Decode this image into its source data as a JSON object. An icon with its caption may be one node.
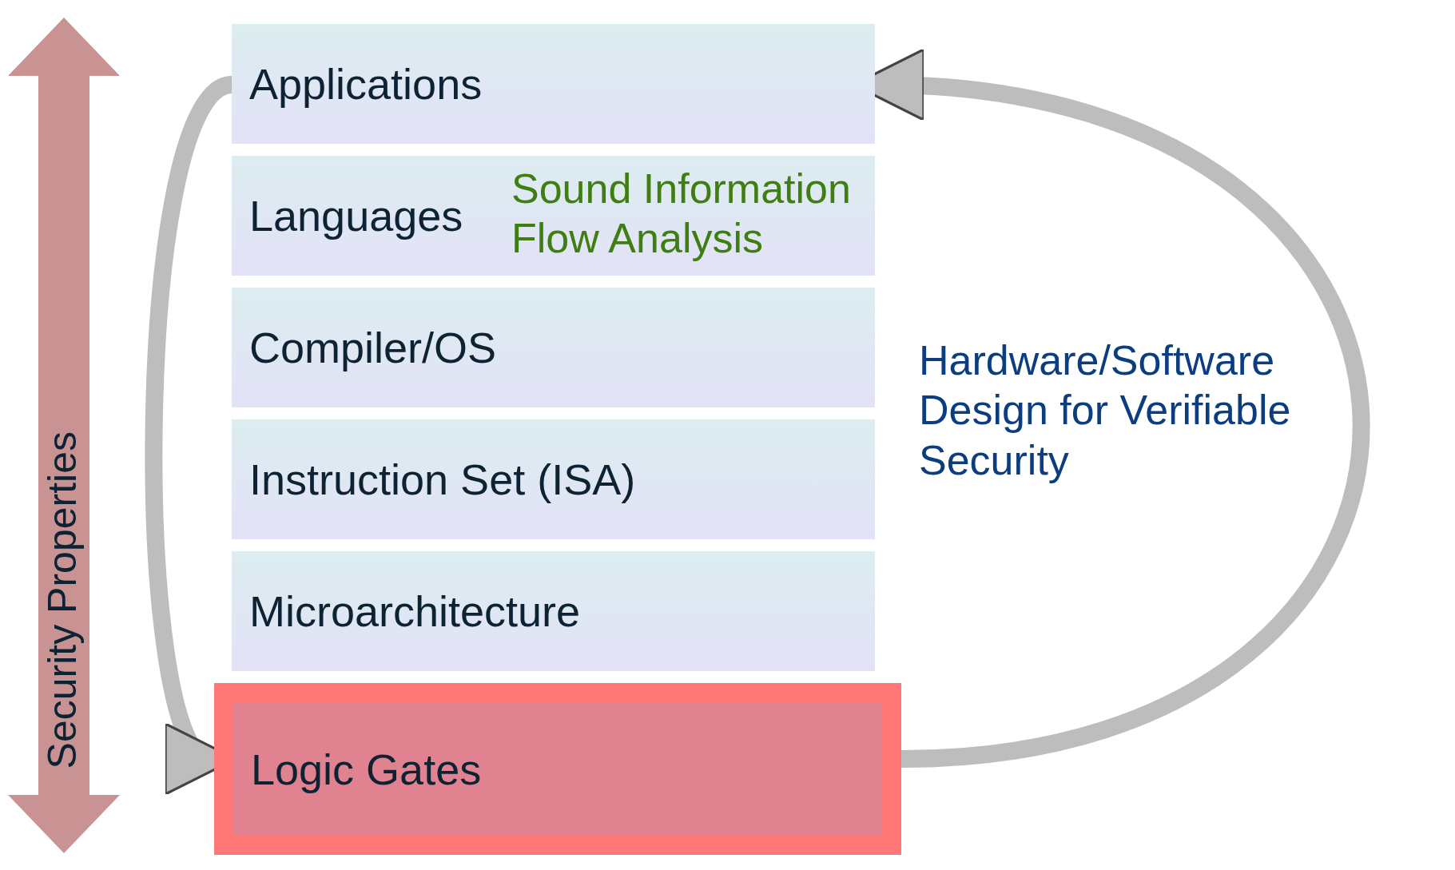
{
  "diagram": {
    "nodes": [
      {
        "text": [
          "Applications"
        ]
      },
      {
        "text": [
          "Languages"
        ]
      },
      {
        "text": [
          "Compiler/OS"
        ]
      },
      {
        "text": [
          "Instruction Set (ISA)"
        ]
      },
      {
        "text": [
          "Microarchitecture"
        ]
      },
      {
        "text": [
          "Logic Gates"
        ]
      }
    ],
    "edges": [
      {
        "from": 0,
        "to": 5,
        "arrow": "to"
      },
      {
        "from": 5,
        "to": 0,
        "arrow": "to"
      }
    ],
    "labels": [
      "Security Properties",
      "Sound Information Flow Analysis",
      "Hardware/Software Design for Verifiable Security"
    ]
  }
}
